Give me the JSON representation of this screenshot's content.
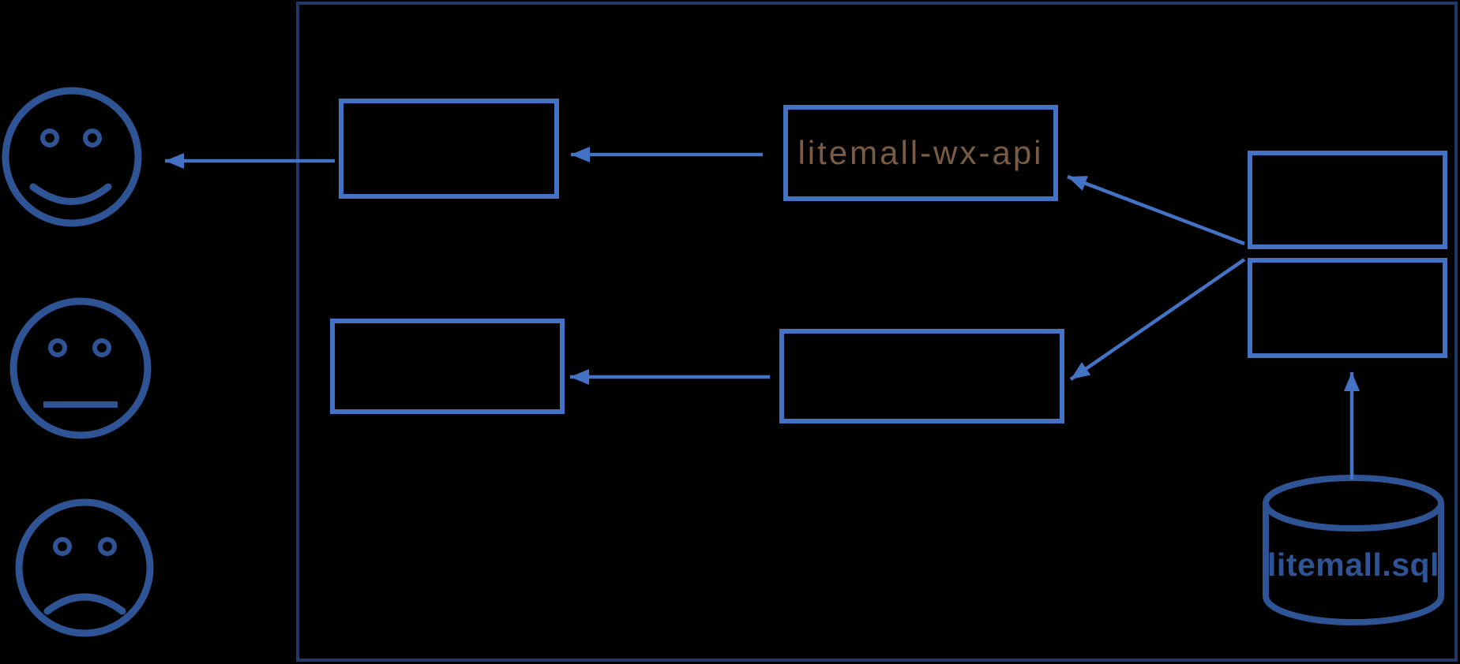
{
  "diagram": {
    "type": "architecture-diagram",
    "background": "#000000",
    "palette": {
      "node_border": "#4472C4",
      "boundary_border": "#1F3864",
      "figure_stroke": "#2F5496",
      "arrow_color": "#4472C4",
      "wx_api_label_color": "#7A5C45",
      "database_label_color": "#2F5496"
    },
    "nodes": {
      "wx_api": {
        "label": "litemall-wx-api"
      },
      "database": {
        "label": "litemall.sql"
      },
      "box_top_left": {
        "label": ""
      },
      "box_mid_left": {
        "label": ""
      },
      "box_mid_center": {
        "label": ""
      },
      "box_right_top": {
        "label": ""
      },
      "box_right_bottom": {
        "label": ""
      }
    },
    "icons": [
      "happy-face-icon",
      "neutral-face-icon",
      "sad-face-icon",
      "database-cylinder-icon"
    ]
  }
}
